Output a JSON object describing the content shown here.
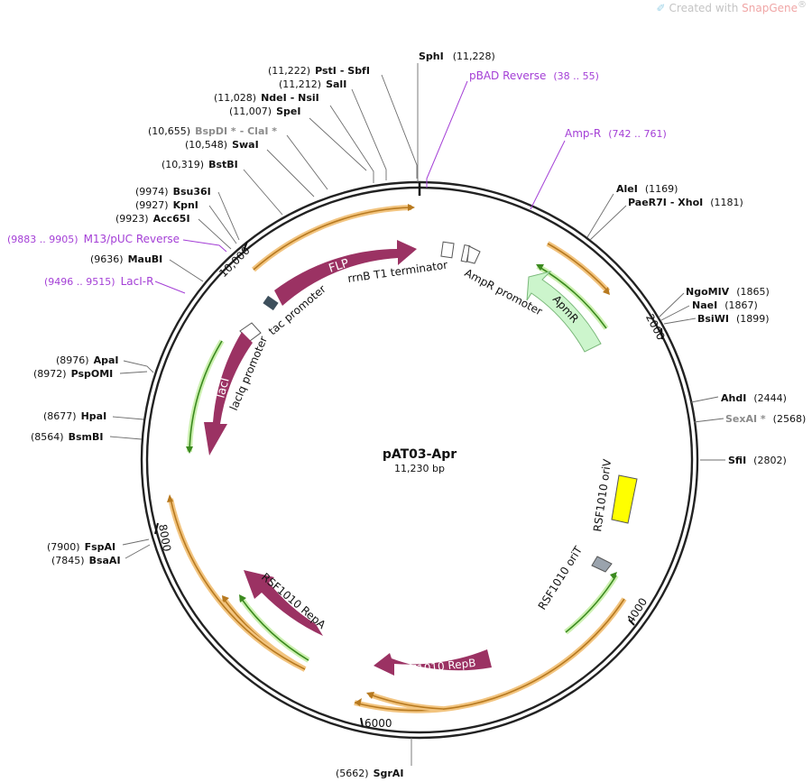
{
  "credit": {
    "prefix": "Created with ",
    "brand": "SnapGene",
    "mark": "®"
  },
  "plasmid": {
    "name": "pAT03-Apr",
    "size": "11,230 bp"
  },
  "colors": {
    "feature_dark": "#9b3263",
    "feature_light": "#ccf5cc",
    "orf_orange": "#f2c47f",
    "orf_green": "#5aa02c",
    "origin_yellow": "#ffff00",
    "origin_gray": "#9aa3ad",
    "primer_purple": "#a43fd6",
    "backbone": "#222222"
  },
  "ticks": [
    {
      "label": "2000"
    },
    {
      "label": "4000"
    },
    {
      "label": "6000"
    },
    {
      "label": "8000"
    },
    {
      "label": "10,000"
    }
  ],
  "enzymes_top": [
    {
      "name": "SphI",
      "pos": "(11,228)"
    },
    {
      "name": "PstI",
      "pos": "(11,222)",
      "name2": "SbfI"
    },
    {
      "name": "SalI",
      "pos": "(11,212)"
    },
    {
      "name": "NdeI",
      "pos": "(11,028)",
      "name2": "NsiI"
    },
    {
      "name": "SpeI",
      "pos": "(11,007)"
    },
    {
      "name": "BspDI *",
      "pos": "(10,655)",
      "name2": "ClaI *"
    },
    {
      "name": "SwaI",
      "pos": "(10,548)"
    },
    {
      "name": "BstBI",
      "pos": "(10,319)"
    },
    {
      "name": "Bsu36I",
      "pos": "(9974)"
    },
    {
      "name": "KpnI",
      "pos": "(9927)"
    },
    {
      "name": "Acc65I",
      "pos": "(9923)"
    },
    {
      "name": "MauBI",
      "pos": "(9636)"
    },
    {
      "name": "ApaI",
      "pos": "(8976)"
    },
    {
      "name": "PspOMI",
      "pos": "(8972)"
    },
    {
      "name": "HpaI",
      "pos": "(8677)"
    },
    {
      "name": "BsmBI",
      "pos": "(8564)"
    },
    {
      "name": "FspAI",
      "pos": "(7900)"
    },
    {
      "name": "BsaAI",
      "pos": "(7845)"
    },
    {
      "name": "SgrAI",
      "pos": "(5662)"
    },
    {
      "name": "AleI",
      "pos": "(1169)"
    },
    {
      "name": "PaeR7I",
      "pos": "(1181)",
      "name2": "XhoI"
    },
    {
      "name": "NgoMIV",
      "pos": "(1865)"
    },
    {
      "name": "NaeI",
      "pos": "(1867)"
    },
    {
      "name": "BsiWI",
      "pos": "(1899)"
    },
    {
      "name": "AhdI",
      "pos": "(2444)"
    },
    {
      "name": "SexAI *",
      "pos": "(2568)"
    },
    {
      "name": "SfiI",
      "pos": "(2802)"
    }
  ],
  "primers": [
    {
      "name": "pBAD Reverse",
      "range": "(38 .. 55)"
    },
    {
      "name": "Amp-R",
      "range": "(742 .. 761)"
    },
    {
      "name": "M13/pUC Reverse",
      "range": "(9883 .. 9905)"
    },
    {
      "name": "LacI-R",
      "range": "(9496 .. 9515)"
    }
  ],
  "features": [
    {
      "name": "FLP"
    },
    {
      "name": "rrnB T1 terminator"
    },
    {
      "name": "AmpR promoter"
    },
    {
      "name": "ApmR"
    },
    {
      "name": "tac promoter"
    },
    {
      "name": "lacIq promoter"
    },
    {
      "name": "lacI"
    },
    {
      "name": "RSF1010 oriV"
    },
    {
      "name": "RSF1010 oriT"
    },
    {
      "name": "RSF1010 RepB"
    },
    {
      "name": "RSF1010 RepA"
    }
  ]
}
